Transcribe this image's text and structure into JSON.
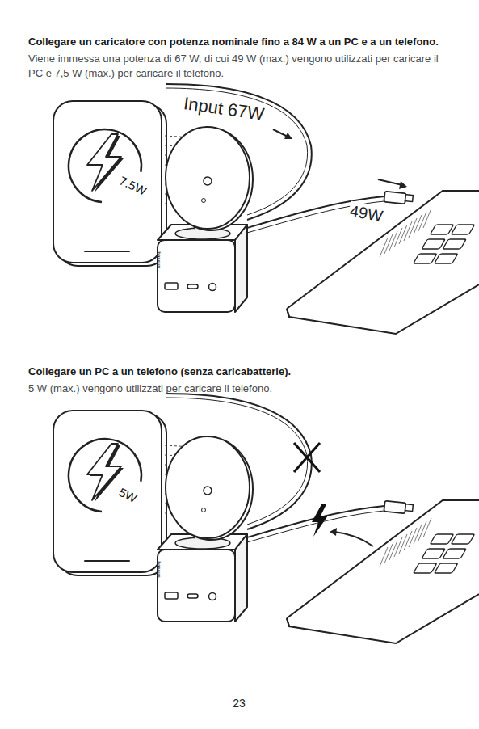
{
  "diagram": {
    "labels": [
      "Collegare un caricatore con potenza nominale fino a 84 W a un PC e a un telefono.",
      "Viene immessa una potenza di 67 W, di cui 49 W (max.) vengono utilizzati per caricare il PC e 7,5 W (max.) per caricare il telefono.",
      "Input 67W",
      "7.5W",
      "49W",
      "baseus",
      "Collegare un PC a un telefono (senza caricabatterie).",
      "5 W (max.) vengono utilizzati per caricare il telefono.",
      "5W",
      "baseus",
      "23"
    ]
  }
}
